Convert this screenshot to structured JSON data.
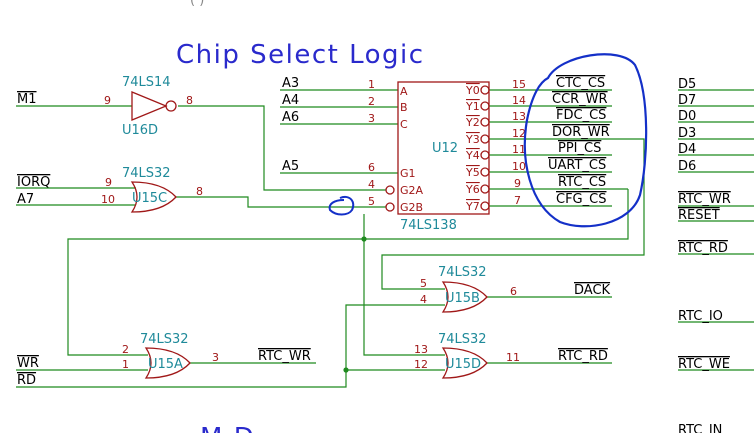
{
  "colors": {
    "wire": "#1f8a1f",
    "symbol": "#a01818",
    "text": "#000000",
    "ref": "#1f8a9a",
    "title": "#2a2acc",
    "annotation": "#1430c8"
  },
  "top_partial_text": "(   )",
  "title": "Chip Select Logic",
  "bottom_partial_text": "M          D",
  "nets": {
    "m1": "M1",
    "iorq": "IORQ",
    "a7": "A7",
    "a3": "A3",
    "a4": "A4",
    "a6": "A6",
    "a5": "A5",
    "wr": "WR",
    "rd": "RD",
    "dack": "DACK",
    "rtc_wr_out": "RTC_WR",
    "rtc_rd_out": "RTC_RD"
  },
  "u16d": {
    "type": "74LS14",
    "ref": "U16D",
    "pin_in": "9",
    "pin_out": "8"
  },
  "u15c": {
    "type": "74LS32",
    "ref": "U15C",
    "pin_a": "9",
    "pin_b": "10",
    "pin_out": "8"
  },
  "u15a": {
    "type": "74LS32",
    "ref": "U15A",
    "pin_a": "2",
    "pin_b": "1",
    "pin_out": "3"
  },
  "u15b": {
    "type": "74LS32",
    "ref": "U15B",
    "pin_a": "5",
    "pin_b": "4",
    "pin_out": "6"
  },
  "u15d": {
    "type": "74LS32",
    "ref": "U15D",
    "pin_a": "13",
    "pin_b": "12",
    "pin_out": "11"
  },
  "u12": {
    "ref": "U12",
    "type": "74LS138",
    "inputs": [
      {
        "pin": "1",
        "name": "A"
      },
      {
        "pin": "2",
        "name": "B"
      },
      {
        "pin": "3",
        "name": "C"
      },
      {
        "pin": "6",
        "name": "G1"
      },
      {
        "pin": "4",
        "name": "G2A"
      },
      {
        "pin": "5",
        "name": "G2B"
      }
    ],
    "outputs": [
      {
        "pin": "15",
        "name": "Y0",
        "net": "CTC_CS"
      },
      {
        "pin": "14",
        "name": "Y1",
        "net": "CCR_WR"
      },
      {
        "pin": "13",
        "name": "Y2",
        "net": "FDC_CS"
      },
      {
        "pin": "12",
        "name": "Y3",
        "net": "DOR_WR"
      },
      {
        "pin": "11",
        "name": "Y4",
        "net": "PPI_CS"
      },
      {
        "pin": "10",
        "name": "Y5",
        "net": "UART_CS"
      },
      {
        "pin": "9",
        "name": "Y6",
        "net": "RTC_CS"
      },
      {
        "pin": "7",
        "name": "Y7",
        "net": "CFG_CS"
      }
    ]
  },
  "right_column": [
    "D5",
    "D7",
    "D0",
    "D3",
    "D4",
    "D6",
    "RTC_WR",
    "RESET",
    "RTC_RD",
    "RTC_IO",
    "RTC_WE",
    "RTC_IN"
  ]
}
